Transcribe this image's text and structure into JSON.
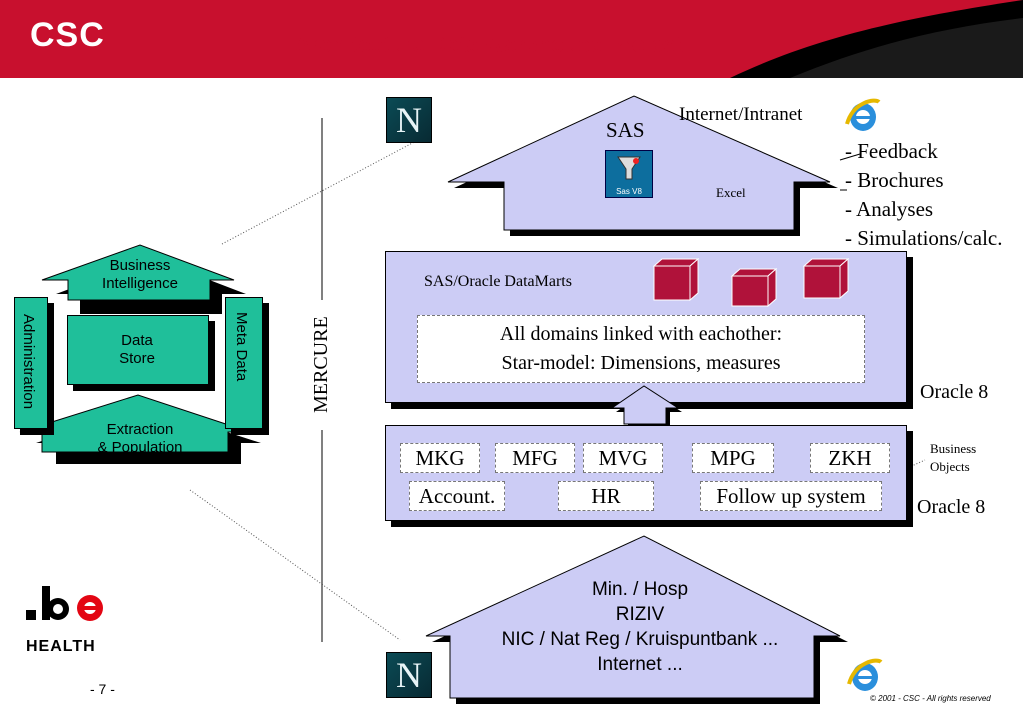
{
  "header": {
    "logo": "CSC",
    "title": "Architecture Data Warehouse Project"
  },
  "left_diagram": {
    "top": "Business\nIntelligence",
    "center": "Data\nStore",
    "left": "Administration",
    "right": "Meta Data",
    "bottom": "Extraction\n& Population"
  },
  "mercure": "MERCURE",
  "sas_house": {
    "title": "SAS",
    "sas_icon_label": "Sas V8",
    "excel": "Excel",
    "internet": "Internet/Intranet",
    "outputs": [
      "- Feedback",
      "- Brochures",
      "- Analyses",
      "- Simulations/calc."
    ]
  },
  "datamarts": {
    "title": "SAS/Oracle DataMarts",
    "line1": "All domains linked with eachother:",
    "line2": "Star-model: Dimensions, measures",
    "oracle": "Oracle 8"
  },
  "sources": {
    "row1": [
      "MKG",
      "MFG",
      "MVG",
      "MPG",
      "ZKH"
    ],
    "row2": [
      "Account.",
      "HR",
      "Follow up system"
    ],
    "oracle": "Oracle 8",
    "business_objects": "Business\nObjects"
  },
  "bottom_house": {
    "lines": [
      "Min. / Hosp",
      "RIZIV",
      "NIC / Nat Reg / Kruispuntbank ...",
      "Internet ..."
    ]
  },
  "footer": {
    "brand": ".be",
    "brand_sub": "HEALTH",
    "page": "- 7 -",
    "copyright": "© 2001 - CSC  -  All rights reserved"
  },
  "colors": {
    "header": "#c8102e",
    "green": "#1fbf9a",
    "lavender": "#ccccf5"
  }
}
